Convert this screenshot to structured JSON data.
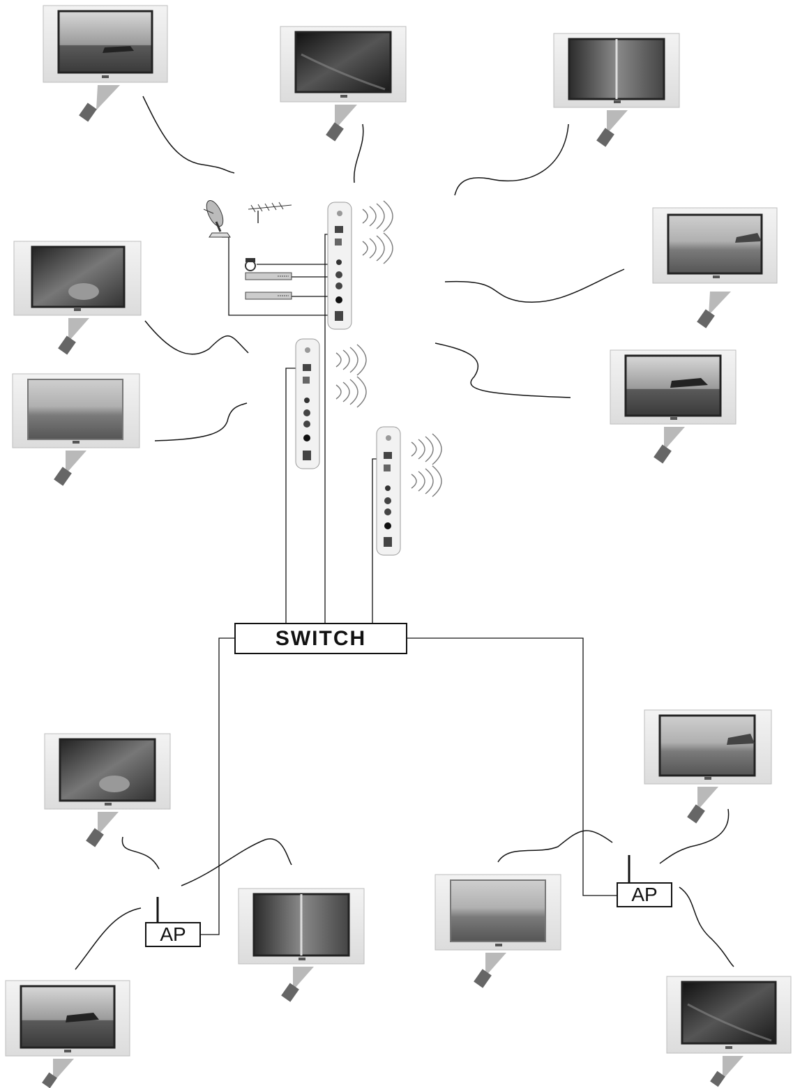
{
  "diagram": {
    "switch_label": "SWITCH",
    "ap_left_label": "AP",
    "ap_right_label": "AP",
    "colors": {
      "line": "#111111",
      "tv_frame": "#e9e9e9",
      "tv_border": "#bdbdbd",
      "screen_dark": "#2a2a2a"
    },
    "tv_screens": [
      "boat",
      "abstract",
      "window",
      "interior",
      "beach",
      "beach-walk",
      "boat",
      "beach",
      "interior",
      "window",
      "boat",
      "beach-walk",
      "abstract"
    ],
    "icons": [
      "satellite-dish-icon",
      "antenna-icon",
      "camera-icon",
      "set-top-box-icon",
      "streamer-box-icon",
      "wireless-signal-icon",
      "remote-control-icon"
    ]
  }
}
